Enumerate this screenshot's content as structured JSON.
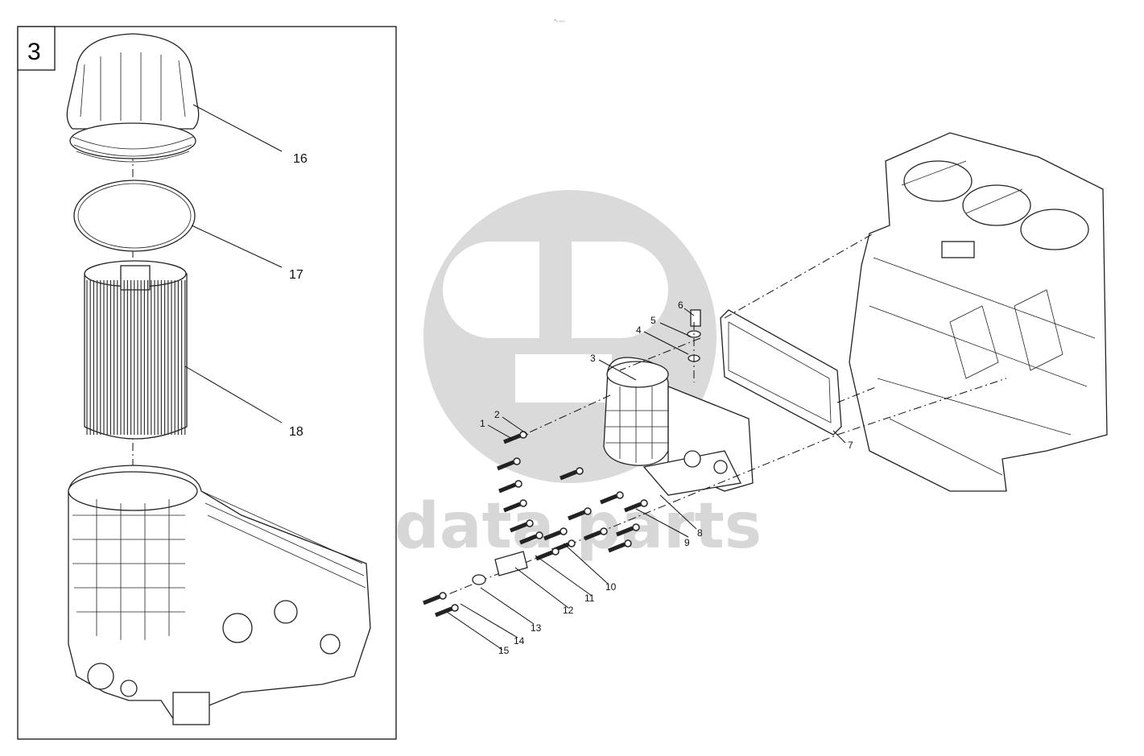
{
  "panel": {
    "number": "3"
  },
  "top_tiny_text": "ᵐ₀ ₀₀₀",
  "watermark": {
    "text": "data parts",
    "logo": "gd-logo-watermark"
  },
  "callouts": [
    {
      "id": "c1",
      "label": "1"
    },
    {
      "id": "c2",
      "label": "2"
    },
    {
      "id": "c3",
      "label": "3"
    },
    {
      "id": "c4",
      "label": "4"
    },
    {
      "id": "c5",
      "label": "5"
    },
    {
      "id": "c6",
      "label": "6"
    },
    {
      "id": "c7",
      "label": "7"
    },
    {
      "id": "c8",
      "label": "8"
    },
    {
      "id": "c9",
      "label": "9"
    },
    {
      "id": "c10",
      "label": "10"
    },
    {
      "id": "c11",
      "label": "11"
    },
    {
      "id": "c12",
      "label": "12"
    },
    {
      "id": "c13",
      "label": "13"
    },
    {
      "id": "c14",
      "label": "14"
    },
    {
      "id": "c15",
      "label": "15"
    },
    {
      "id": "c16",
      "label": "16"
    },
    {
      "id": "c17",
      "label": "17"
    },
    {
      "id": "c18",
      "label": "18"
    }
  ]
}
